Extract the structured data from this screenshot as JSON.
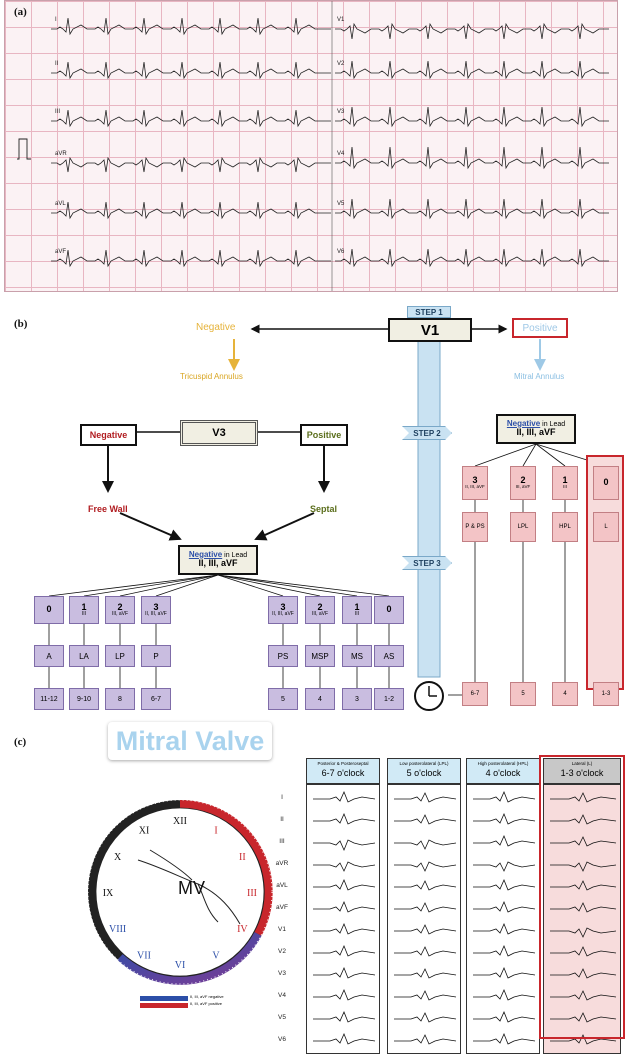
{
  "panels": {
    "a": "(a)",
    "b": "(b)",
    "c": "(c)"
  },
  "ecg": {
    "leads_left": [
      "I",
      "II",
      "III",
      "aVR",
      "aVL",
      "aVF"
    ],
    "leads_right": [
      "V1",
      "V2",
      "V3",
      "V4",
      "V5",
      "V6"
    ]
  },
  "flow": {
    "step1": "STEP 1",
    "step2": "STEP 2",
    "step3": "STEP 3",
    "v1": "V1",
    "negative": "Negative",
    "positive": "Positive",
    "tricuspid": "Tricuspid Annulus",
    "mitral": "Mitral Annulus",
    "v3": "V3",
    "v3_negative": "Negative",
    "v3_positive": "Positive",
    "free_wall": "Free Wall",
    "septal": "Septal",
    "neg_lead_word": "Negative",
    "neg_lead_in": " in Lead",
    "neg_lead_leads": "II, III, aVF",
    "tricuspid_groups": [
      {
        "count": "0",
        "leads": "",
        "site": "A",
        "clock": "11-12"
      },
      {
        "count": "1",
        "leads": "III",
        "site": "LA",
        "clock": "9-10"
      },
      {
        "count": "2",
        "leads": "III, aVF",
        "site": "LP",
        "clock": "8"
      },
      {
        "count": "3",
        "leads": "II, III, aVF",
        "site": "P",
        "clock": "6-7"
      },
      {
        "count": "3",
        "leads": "II, III, aVF",
        "site": "PS",
        "clock": "5"
      },
      {
        "count": "2",
        "leads": "III, aVF",
        "site": "MSP",
        "clock": "4"
      },
      {
        "count": "1",
        "leads": "III",
        "site": "MS",
        "clock": "3"
      },
      {
        "count": "0",
        "leads": "",
        "site": "AS",
        "clock": "1-2"
      }
    ],
    "mitral_groups": [
      {
        "count": "3",
        "leads": "II, III, aVF",
        "site": "P & PS",
        "clock": "6-7"
      },
      {
        "count": "2",
        "leads": "III, aVF",
        "site": "LPL",
        "clock": "5"
      },
      {
        "count": "1",
        "leads": "III",
        "site": "HPL",
        "clock": "4"
      },
      {
        "count": "0",
        "leads": "",
        "site": "L",
        "clock": "1-3"
      }
    ]
  },
  "mitral_valve": {
    "title": "Mitral Valve",
    "mv": "MV",
    "legend_negative": "II, III, aVF negative",
    "legend_positive": "II, III, aVF positive",
    "colors": {
      "blue": "#2c4fa8",
      "red": "#c8262c",
      "title": "#a9d3ee"
    }
  },
  "table": {
    "columns": [
      {
        "sub": "Posterior & Posteroseptal",
        "main": "6-7 o'clock"
      },
      {
        "sub": "Low posterolateral (LPL)",
        "main": "5 o'clock"
      },
      {
        "sub": "High posterolateral (HPL)",
        "main": "4 o'clock"
      },
      {
        "sub": "Lateral (L)",
        "main": "1-3 o'clock"
      }
    ],
    "rows": [
      "I",
      "II",
      "III",
      "aVR",
      "aVL",
      "aVF",
      "V1",
      "V2",
      "V3",
      "V4",
      "V5",
      "V6"
    ]
  }
}
